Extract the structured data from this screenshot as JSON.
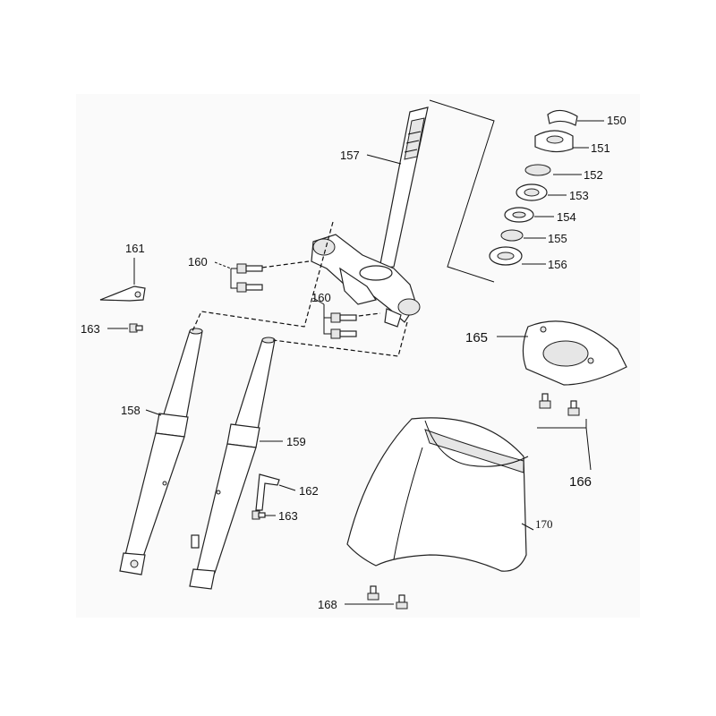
{
  "labels": {
    "p150": "150",
    "p151": "151",
    "p152": "152",
    "p153": "153",
    "p154": "154",
    "p155": "155",
    "p156": "156",
    "p157": "157",
    "p158": "158",
    "p159": "159",
    "p160a": "160",
    "p160b": "160",
    "p161": "161",
    "p162": "162",
    "p163a": "163",
    "p163b": "163",
    "p165": "165",
    "p166": "166",
    "p168": "168",
    "p170": "170"
  }
}
